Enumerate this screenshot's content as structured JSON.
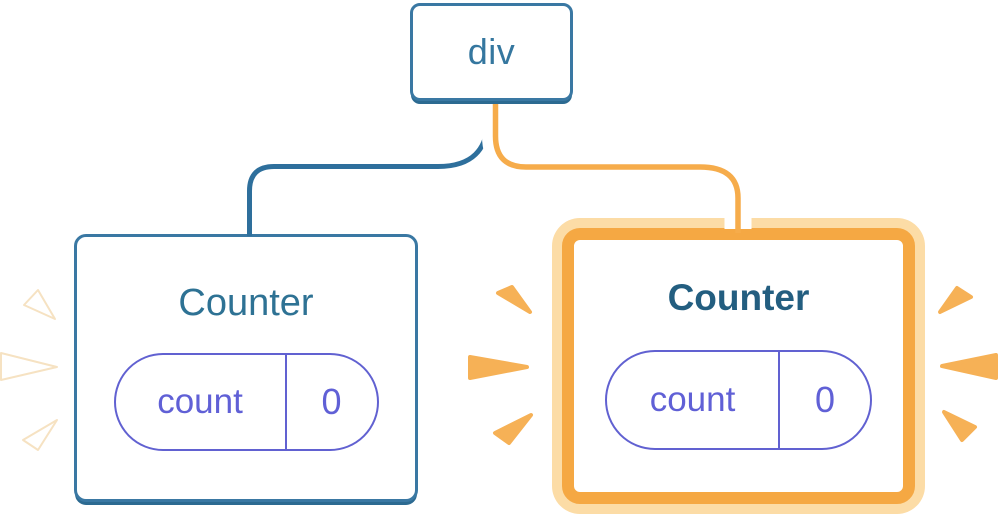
{
  "diagram": {
    "description": "React render-tree diagram: a div root with two Counter children; right Counter highlighted",
    "root": {
      "label": "div"
    },
    "children": [
      {
        "title": "Counter",
        "state": {
          "key": "count",
          "value": "0"
        },
        "highlighted": false
      },
      {
        "title": "Counter",
        "state": {
          "key": "count",
          "value": "0"
        },
        "highlighted": true
      }
    ]
  },
  "colors": {
    "blue_border": "#3a78a3",
    "blue_border_shadow": "#2c6a91",
    "blue_edge": "#2e6f9c",
    "blue_text": "#35779f",
    "title_teal": "#2e7294",
    "title_teal_bold": "#235e80",
    "purple": "#6161d1",
    "orange": "#f5a843",
    "orange_edge": "#f6ac4b",
    "cream_ring": "#fcdca6",
    "spark_orange": "#f6b156",
    "spark_white": "#ffffff",
    "background": "#ffffff"
  }
}
